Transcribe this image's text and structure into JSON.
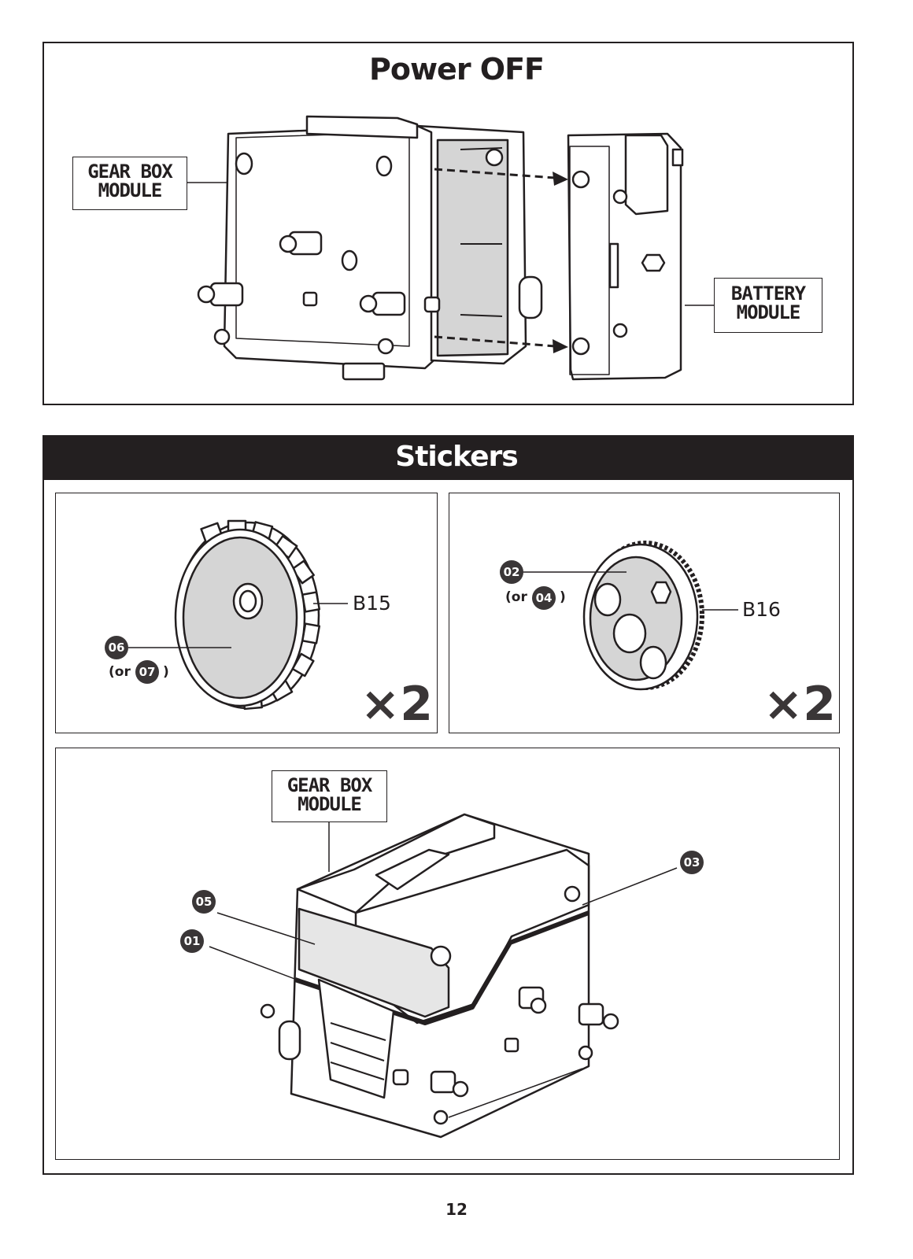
{
  "power_off": {
    "title": "Power OFF",
    "gearbox_label": [
      "GEAR BOX",
      "MODULE"
    ],
    "battery_label": [
      "BATTERY",
      "MODULE"
    ]
  },
  "stickers": {
    "title": "Stickers",
    "panel_b15": {
      "part": "B15",
      "sticker": "06",
      "alt_prefix": "(or",
      "alt": "07",
      "alt_suffix": ")",
      "multiplier": "×2"
    },
    "panel_b16": {
      "part": "B16",
      "sticker": "02",
      "alt_prefix": "(or",
      "alt": "04",
      "alt_suffix": ")",
      "multiplier": "×2"
    },
    "gearbox_panel": {
      "label": [
        "GEAR BOX",
        "MODULE"
      ],
      "callouts": [
        "05",
        "01",
        "03"
      ]
    }
  },
  "page_number": "12"
}
